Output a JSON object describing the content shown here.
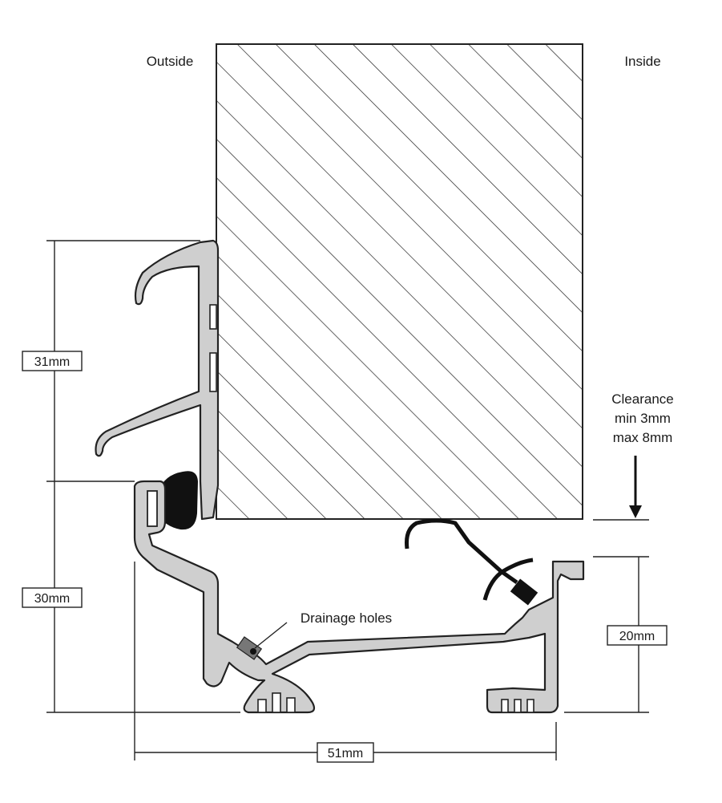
{
  "labels": {
    "outside": "Outside",
    "inside": "Inside",
    "clearance_1": "Clearance",
    "clearance_2": "min 3mm",
    "clearance_3": "max 8mm",
    "drainage": "Drainage holes"
  },
  "dimensions": {
    "upper_height": "31mm",
    "lower_height": "30mm",
    "sill_height": "20mm",
    "width": "51mm"
  },
  "colors": {
    "profile_fill": "#cfcfcf",
    "seal": "#111111",
    "outline": "#222222"
  }
}
